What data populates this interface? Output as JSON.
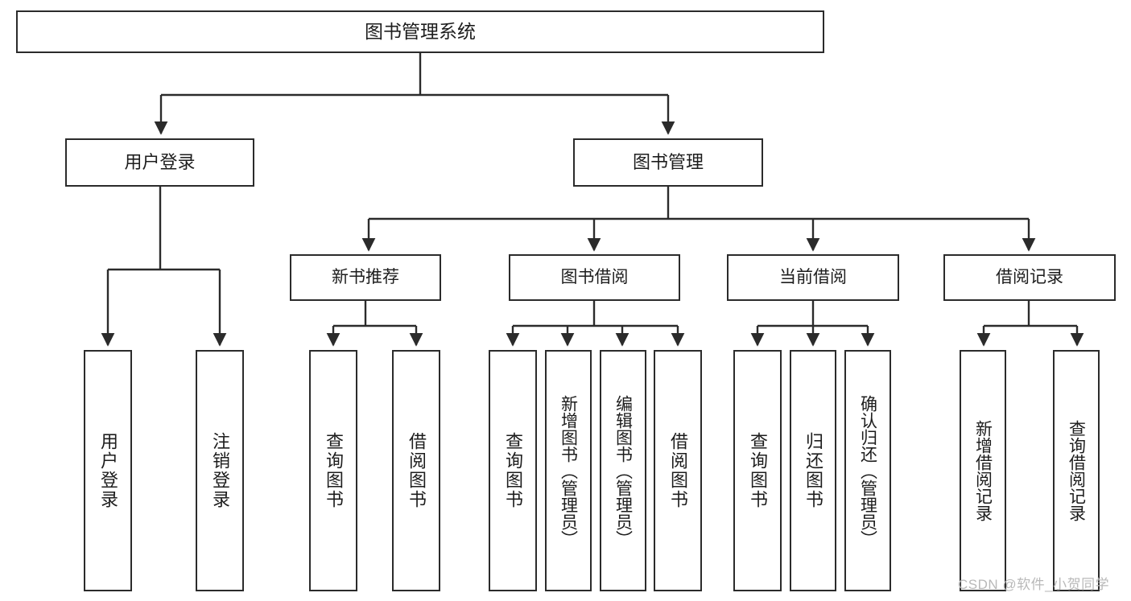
{
  "diagram": {
    "title": "图书管理系统",
    "type": "tree-structure-chart",
    "colors": {
      "box_border": "#2b2b2b",
      "box_fill": "#ffffff",
      "edge": "#2b2b2b",
      "text": "#1d1d1d",
      "watermark": "#b9b9b9"
    },
    "root": {
      "label": "图书管理系统"
    },
    "level2": [
      {
        "label": "用户登录"
      },
      {
        "label": "图书管理"
      }
    ],
    "level3": [
      {
        "label": "新书推荐"
      },
      {
        "label": "图书借阅"
      },
      {
        "label": "当前借阅"
      },
      {
        "label": "借阅记录"
      }
    ],
    "leaves": {
      "user_login": [
        {
          "label": "用户登录"
        },
        {
          "label": "注销登录"
        }
      ],
      "new_book": [
        {
          "label": "查询图书"
        },
        {
          "label": "借阅图书"
        }
      ],
      "book_borrow": [
        {
          "label": "查询图书"
        },
        {
          "label": "新增图书（管理员）"
        },
        {
          "label": "编辑图书（管理员）"
        },
        {
          "label": "借阅图书"
        }
      ],
      "current_borrow": [
        {
          "label": "查询图书"
        },
        {
          "label": "归还图书"
        },
        {
          "label": "确认归还（管理员）"
        }
      ],
      "borrow_record": [
        {
          "label": "新增借阅记录"
        },
        {
          "label": "查询借阅记录"
        }
      ]
    },
    "watermark": "CSDN @软件_小贺同学"
  }
}
